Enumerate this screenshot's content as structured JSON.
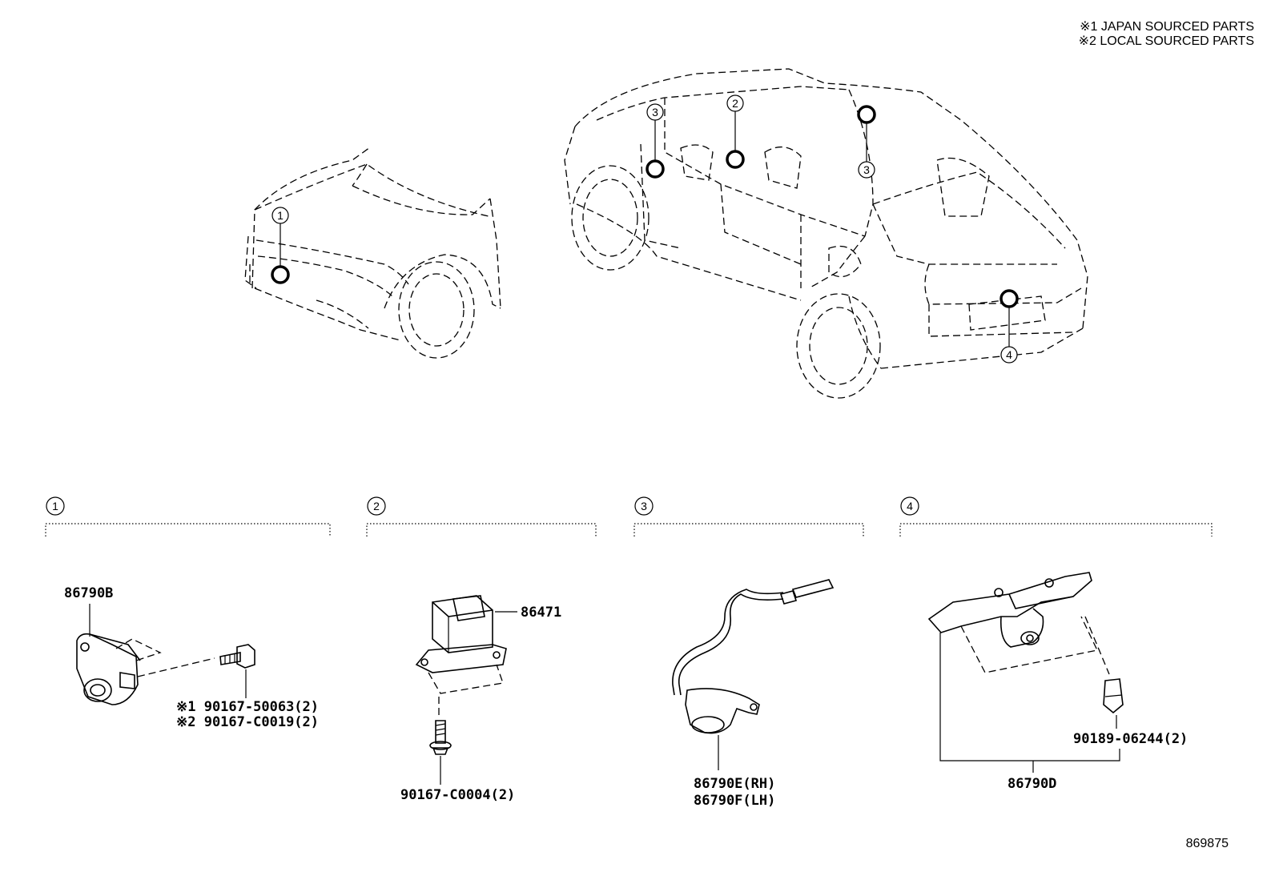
{
  "notes": {
    "note1": "※1 JAPAN SOURCED PARTS",
    "note2": "※2 LOCAL SOURCED PARTS"
  },
  "callouts": {
    "c1": "1",
    "c2": "2",
    "c3": "3",
    "c4": "4"
  },
  "sections": {
    "s1": {
      "num": "1",
      "part_main": "86790B",
      "bolt_jp": "※1 90167-50063(2)",
      "bolt_local": "※2 90167-C0019(2)"
    },
    "s2": {
      "num": "2",
      "part_main": "86471",
      "screw": "90167-C0004(2)"
    },
    "s3": {
      "num": "3",
      "part_rh": "86790E(RH)",
      "part_lh": "86790F(LH)"
    },
    "s4": {
      "num": "4",
      "part_main": "86790D",
      "clip": "90189-06244(2)"
    }
  },
  "diagram_id": "869875"
}
